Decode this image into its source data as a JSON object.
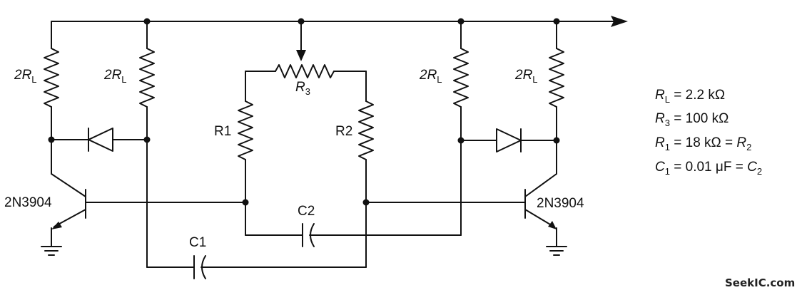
{
  "labels": {
    "rl_1": "2R",
    "rl_1_sub": "L",
    "rl_2": "2R",
    "rl_2_sub": "L",
    "rl_3": "2R",
    "rl_3_sub": "L",
    "rl_4": "2R",
    "rl_4_sub": "L",
    "r1": "R1",
    "r2": "R2",
    "r3": "R",
    "r3_sub": "3",
    "c1": "C1",
    "c2": "C2",
    "q_left": "2N3904",
    "q_right": "2N3904"
  },
  "specs": {
    "rl": {
      "sym": "R",
      "sub": "L",
      "val": " = 2.2 kΩ"
    },
    "r3": {
      "sym": "R",
      "sub": "3",
      "val": " = 100 kΩ"
    },
    "r1": {
      "sym": "R",
      "sub": "1",
      "val": " = 18 kΩ = ",
      "sym2": "R",
      "sub2": "2"
    },
    "c1": {
      "sym": "C",
      "sub": "1",
      "val": " = 0.01 μF = ",
      "sym2": "C",
      "sub2": "2"
    }
  },
  "watermark": "SeekIC.com"
}
